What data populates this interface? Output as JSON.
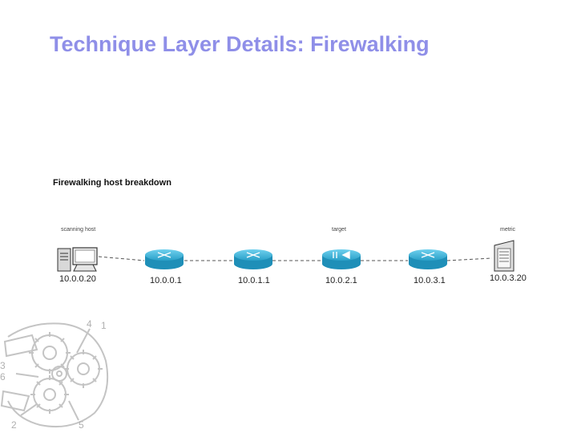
{
  "slide": {
    "title": "Technique Layer Details: Firewalking",
    "caption": "Firewalking host breakdown"
  },
  "diagram": {
    "host_labels": [
      "scanning host",
      "target",
      "metric"
    ],
    "nodes": [
      {
        "type": "workstation",
        "ip": "10.0.0.20"
      },
      {
        "type": "router",
        "ip": "10.0.0.1"
      },
      {
        "type": "router",
        "ip": "10.0.1.1"
      },
      {
        "type": "firewall",
        "ip": "10.0.2.1"
      },
      {
        "type": "router",
        "ip": "10.0.3.1"
      },
      {
        "type": "server",
        "ip": "10.0.3.20"
      }
    ]
  },
  "gear_logo": {
    "numbers": [
      "4",
      "1",
      "3",
      "6",
      "2",
      "5"
    ]
  },
  "colors": {
    "title": "#8f8fe8",
    "router": "#2aa0c8",
    "logo": "#c4c4c4"
  }
}
